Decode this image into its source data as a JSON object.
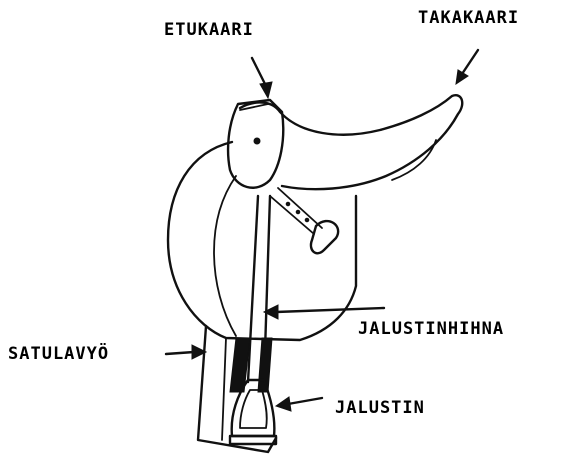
{
  "labels": {
    "front_arch": "ETUKAARI",
    "rear_arch": "TAKAKAARI",
    "stirrup_leather": "JALUSTINHIHNA",
    "girth": "SATULAVYÖ",
    "stirrup": "JALUSTIN"
  },
  "colors": {
    "ink": "#111111",
    "background": "#ffffff"
  }
}
